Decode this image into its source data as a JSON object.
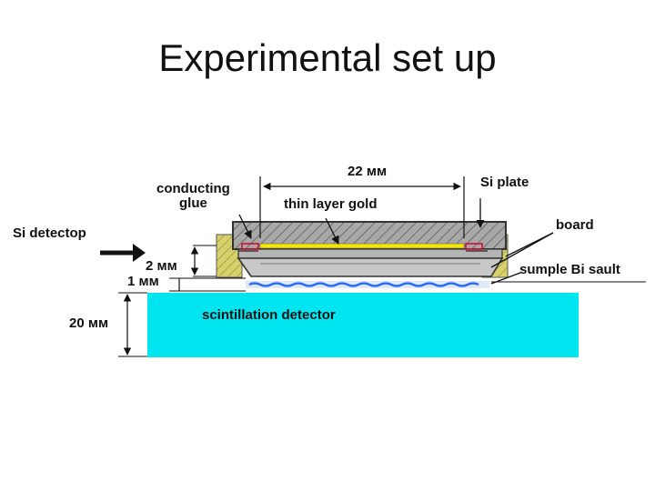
{
  "slide": {
    "title": "Experimental set up"
  },
  "diagram": {
    "labels": {
      "conducting_glue": "conducting\nglue",
      "width_22": "22 мм",
      "si_plate": "Si plate",
      "thin_layer_gold": "thin layer gold",
      "board": "board",
      "si_detector": "Si detectop",
      "dim_2": "2 мм",
      "dim_1": "1 мм",
      "sample": "sumple Bi sault",
      "dim_20": "20 мм",
      "scintillation_detector": "scintillation detector"
    },
    "colors": {
      "scintillator": "#00e5f0",
      "gold": "#f4e600",
      "glue": "#d8d06a",
      "plate": "#9a9a9a",
      "contact": "#d01030",
      "sample": "#2a6cff"
    }
  }
}
